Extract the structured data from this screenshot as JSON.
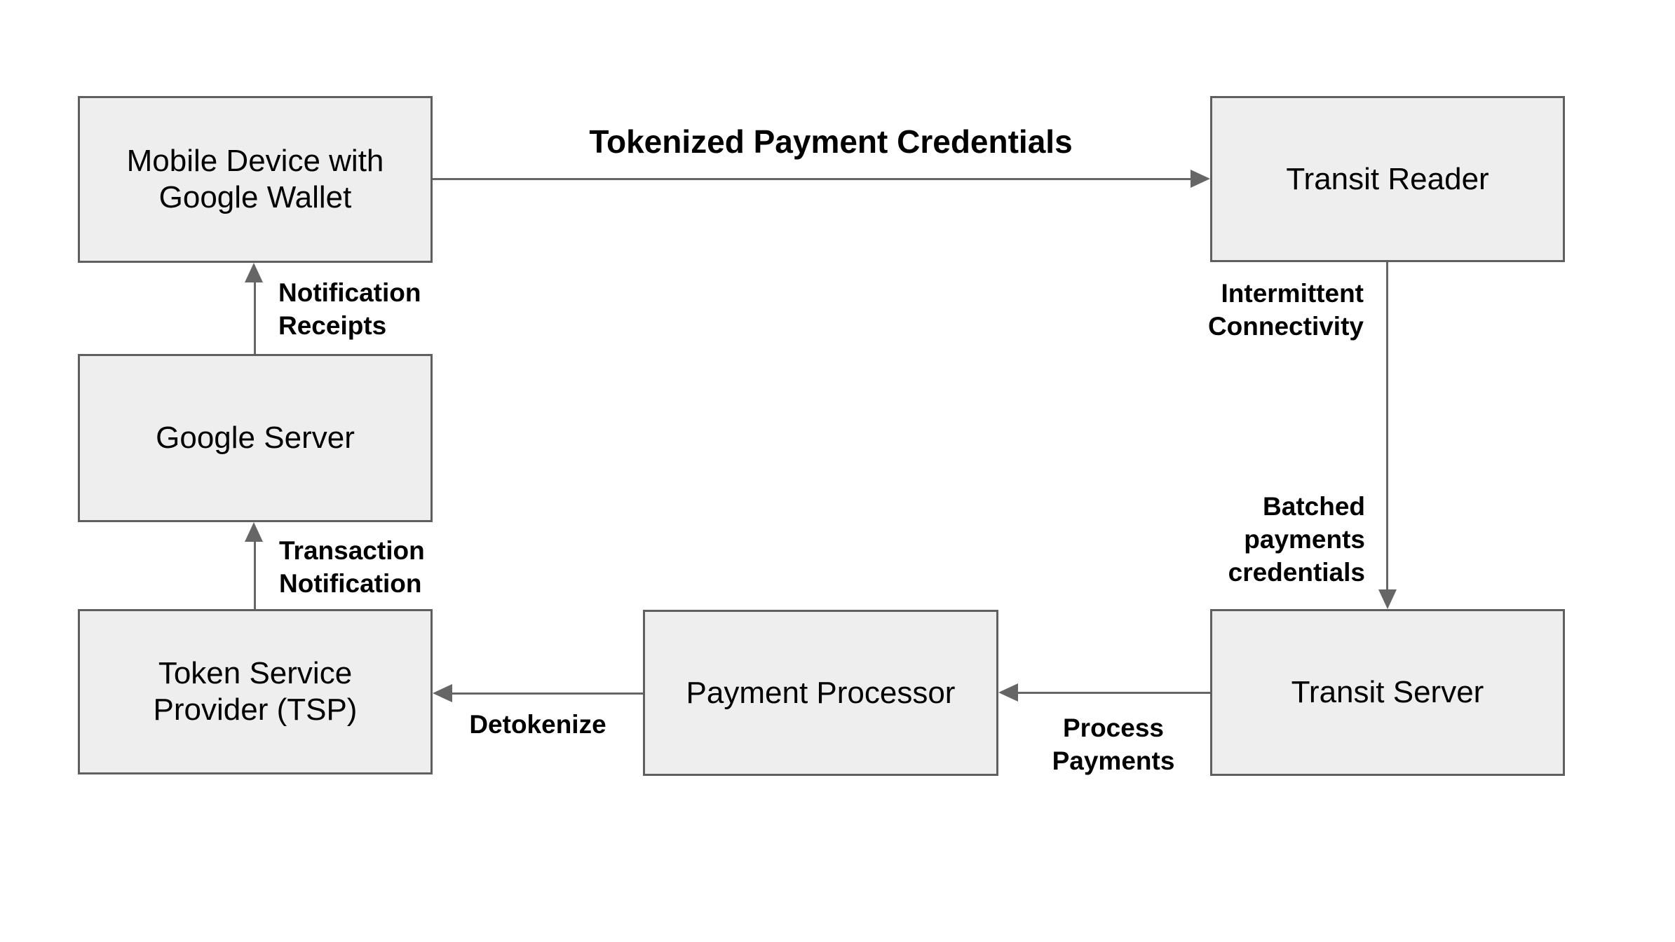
{
  "diagram": {
    "nodes": {
      "mobile_device": {
        "label": "Mobile Device with\nGoogle Wallet"
      },
      "transit_reader": {
        "label": "Transit Reader"
      },
      "google_server": {
        "label": "Google Server"
      },
      "tsp": {
        "label": "Token Service\nProvider (TSP)"
      },
      "payment_processor": {
        "label": "Payment Processor"
      },
      "transit_server": {
        "label": "Transit Server"
      }
    },
    "edges": {
      "tokenized_payment_credentials": {
        "label": "Tokenized Payment Credentials",
        "from": "mobile_device",
        "to": "transit_reader"
      },
      "intermittent_connectivity": {
        "label": "Intermittent\nConnectivity",
        "from": "transit_reader",
        "to": "transit_server"
      },
      "batched_payments_credentials": {
        "label": "Batched\npayments\ncredentials",
        "from": "transit_reader",
        "to": "transit_server"
      },
      "process_payments": {
        "label": "Process\nPayments",
        "from": "transit_server",
        "to": "payment_processor"
      },
      "detokenize": {
        "label": "Detokenize",
        "from": "payment_processor",
        "to": "tsp"
      },
      "transaction_notification": {
        "label": "Transaction\nNotification",
        "from": "tsp",
        "to": "google_server"
      },
      "notification_receipts": {
        "label": "Notification\nReceipts",
        "from": "google_server",
        "to": "mobile_device"
      }
    },
    "colors": {
      "background": "#ffffff",
      "box_fill": "#eeeeee",
      "box_border": "#5f5f5f",
      "arrow": "#666666",
      "text": "#000000"
    }
  }
}
